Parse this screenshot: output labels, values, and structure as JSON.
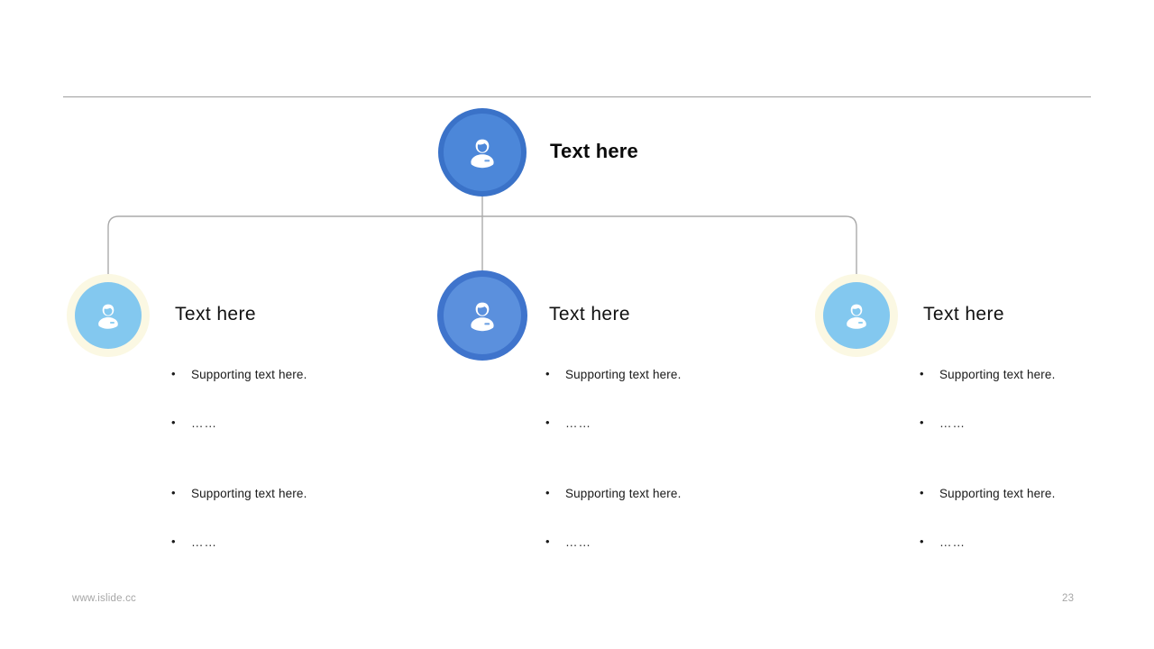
{
  "slide": {
    "divider_color": "#9e9e9e",
    "connector_color": "#aaaaaa",
    "background": "#ffffff"
  },
  "root": {
    "title": "Text here",
    "icon": "person-icon",
    "circle_fill": "#4c87d9",
    "circle_ring": "#3a72c8"
  },
  "columns": [
    {
      "title": "Text here",
      "icon": "person-icon",
      "circle_fill": "#83c8ef",
      "circle_ring": "#fbf8e3",
      "bullets": [
        "Supporting text here.",
        "……",
        "Supporting text here.",
        "……"
      ]
    },
    {
      "title": "Text here",
      "icon": "person-icon",
      "circle_fill": "#5b90dd",
      "circle_ring": "#3f74cc",
      "bullets": [
        "Supporting text here.",
        "……",
        "Supporting text here.",
        "……"
      ]
    },
    {
      "title": "Text here",
      "icon": "person-icon",
      "circle_fill": "#83c8ef",
      "circle_ring": "#fbf8e3",
      "bullets": [
        "Supporting text here.",
        "……",
        "Supporting text here.",
        "……"
      ]
    }
  ],
  "bullet_marker": "•",
  "footer": {
    "url": "www.islide.cc",
    "page_number": "23"
  }
}
